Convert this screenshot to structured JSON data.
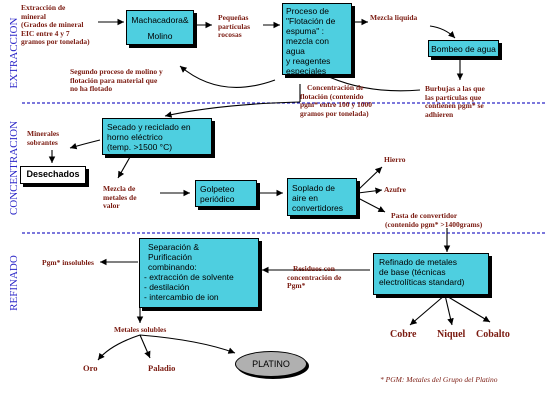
{
  "sections": {
    "extraction": "EXTRACCION",
    "concentration": "CONCENTRACION",
    "refining": "REFINADO"
  },
  "extraction": {
    "ore_extraction": [
      "Extracción de",
      "mineral",
      "(Grados de mineral",
      "EIC entre 4 y 7",
      "gramos por tonelada)"
    ],
    "crusher_box": [
      "Machacadora&",
      "Molino"
    ],
    "small_particles": [
      "Pequeñas",
      "partículas",
      "rocosas"
    ],
    "flotation_box": [
      "Proceso de",
      "\"Flotación de",
      "espuma\"  :",
      "mezcla con agua",
      "y reagentes",
      "especiales"
    ],
    "liquid_mix": "Mezcla liquida",
    "water_pump_box": "Bombeo de agua",
    "second_process": [
      "Segundo proceso de molino y",
      "flotación para material que",
      "no ha flotado"
    ],
    "flotation_concentration": [
      "Concentración de",
      "flotación  (contenido",
      "pgm*  entre 100 y 1000",
      "gramos por tonelada)"
    ],
    "bubbles": [
      "Burbujas a las que",
      "las partículas que",
      "contienen pgm* se",
      "adhieren"
    ]
  },
  "concentration": {
    "drying_box": [
      "Secado y reciclado en",
      "horno eléctrico",
      "  (temp. >1500 °C)"
    ],
    "leftover_minerals": [
      "Minerales",
      "sobrantes"
    ],
    "discarded_box": "Desechados",
    "valuable_metals_mix": [
      "Mezcla de",
      "metales de",
      "valor"
    ],
    "periodic_tapping_box": [
      "Golpeteo",
      "periódico"
    ],
    "air_blowing_box": [
      "Soplado de",
      "aire en",
      "convertidores"
    ],
    "iron": "Hierro",
    "sulfur": "Azufre",
    "converter_matte": [
      "Pasta de convertidor",
      "(contenido pgm*  >1400grams)"
    ]
  },
  "refining": {
    "separation_box": [
      "Separación &",
      "Purificación",
      "combinando:",
      "- extracción de solvente",
      "- destilación",
      "- intercambio de ion"
    ],
    "insoluble_pgm": "Pgm* insolubles",
    "residues": [
      "Residuos con",
      "concentración de",
      "Pgm*"
    ],
    "base_metals_box": [
      "Refinado de metales",
      "de base (técnicas",
      "electrolíticas standard)"
    ],
    "copper": "Cobre",
    "nickel": "Niquel",
    "cobalt": "Cobalto",
    "soluble_metals": "Metales solubles",
    "gold": "Oro",
    "palladium": "Paladio",
    "platinum": "PLATINO",
    "footnote": "* PGM: Metales del Grupo del Platino"
  },
  "colors": {
    "box_fill": "#4ecfe0",
    "section_label": "#2d28c8",
    "label_red": "#7a1a10",
    "divider": "#2d28c8",
    "platinum_fill": "#b0b0b0"
  }
}
